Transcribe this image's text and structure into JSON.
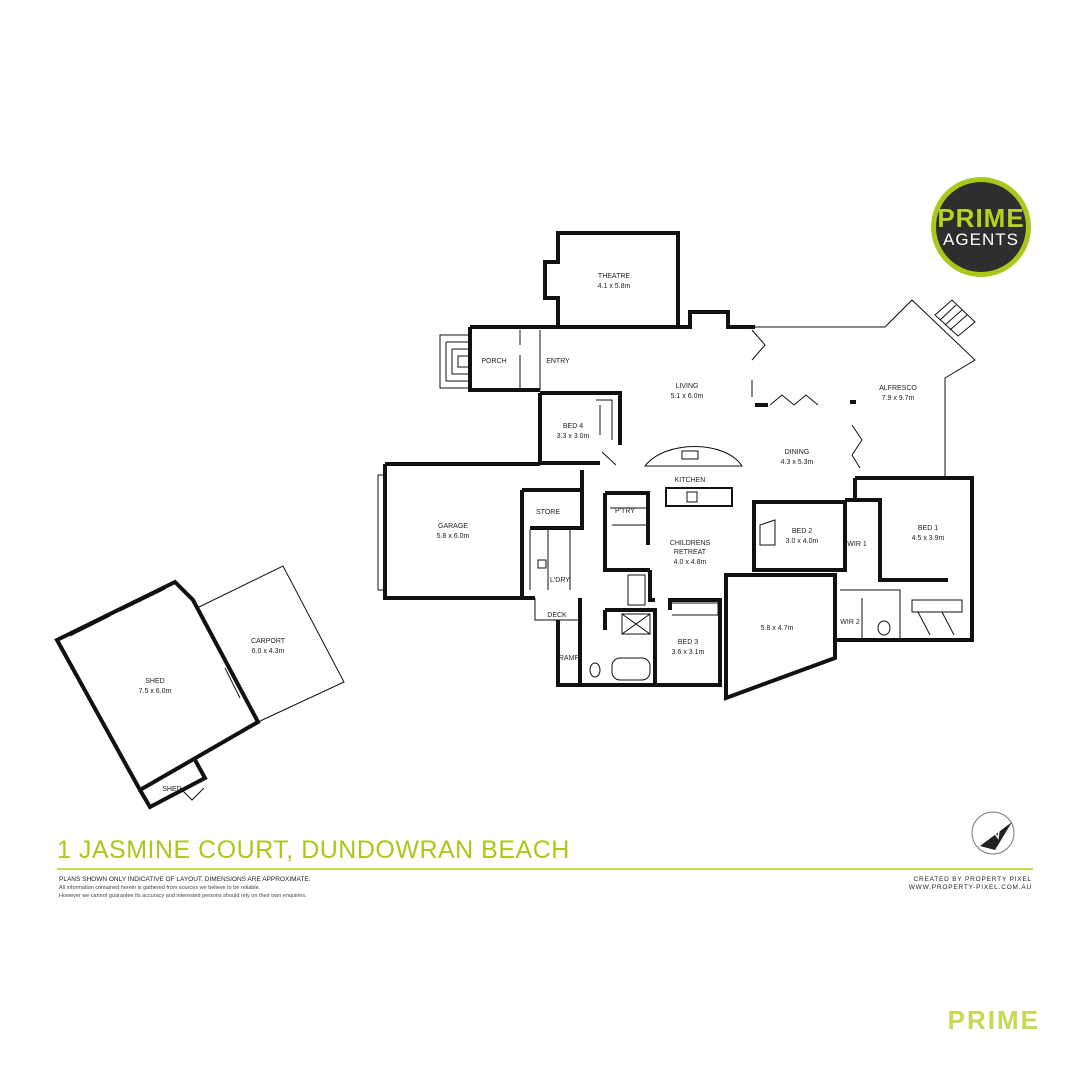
{
  "logo": {
    "line1": "PRIME",
    "line2": "AGENTS",
    "accent_color": "#a8c81c",
    "dark_color": "#2e2e2e"
  },
  "rooms": {
    "theatre": {
      "name": "THEATRE",
      "dims": "4.1 x 5.8m"
    },
    "porch": {
      "name": "PORCH"
    },
    "entry": {
      "name": "ENTRY"
    },
    "living": {
      "name": "LIVING",
      "dims": "5.1 x 6.0m"
    },
    "alfresco": {
      "name": "ALFRESCO",
      "dims": "7.9 x 9.7m"
    },
    "bed4": {
      "name": "BED 4",
      "dims": "3.3 x 3.0m"
    },
    "dining": {
      "name": "DINING",
      "dims": "4.3 x 5.3m"
    },
    "kitchen": {
      "name": "KITCHEN"
    },
    "garage": {
      "name": "GARAGE",
      "dims": "5.8 x 6.0m"
    },
    "store": {
      "name": "STORE"
    },
    "ptry": {
      "name": "P'TRY"
    },
    "retreat": {
      "name1": "CHILDRENS",
      "name2": "RETREAT",
      "dims": "4.0 x 4.8m"
    },
    "bed2": {
      "name": "BED 2",
      "dims": "3.0 x 4.0m"
    },
    "bed1": {
      "name": "BED 1",
      "dims": "4.5 x 3.9m"
    },
    "wir1": {
      "name": "WIR 1"
    },
    "wir2": {
      "name": "WIR 2"
    },
    "ldry": {
      "name": "L'DRY"
    },
    "deck": {
      "name": "DECK"
    },
    "ramp": {
      "name": "RAMP"
    },
    "bed3": {
      "name": "BED 3",
      "dims": "3.6 x 3.1m"
    },
    "annex": {
      "dims": "5.8 x 4.7m"
    },
    "shed": {
      "name": "SHED",
      "dims": "7.5 x 6.0m"
    },
    "shed_small": {
      "name": "SHED"
    },
    "carport": {
      "name": "CARPORT",
      "dims": "6.0 x 4.3m"
    }
  },
  "footer": {
    "address": "1 JASMINE COURT, DUNDOWRAN BEACH",
    "disclaimer1": "PLANS SHOWN ONLY INDICATIVE OF LAYOUT.  DIMENSIONS ARE APPROXIMATE.",
    "disclaimer2": "All information contained herein is gathered from sources we believe to be reliable.",
    "disclaimer3": "However we cannot guarantee its accuracy and interested persons should rely on their own enquiries.",
    "credit1": "CREATED BY PROPERTY PIXEL",
    "credit2": "WWW.PROPERTY-PIXEL.COM.AU",
    "brand": "PRIME"
  }
}
